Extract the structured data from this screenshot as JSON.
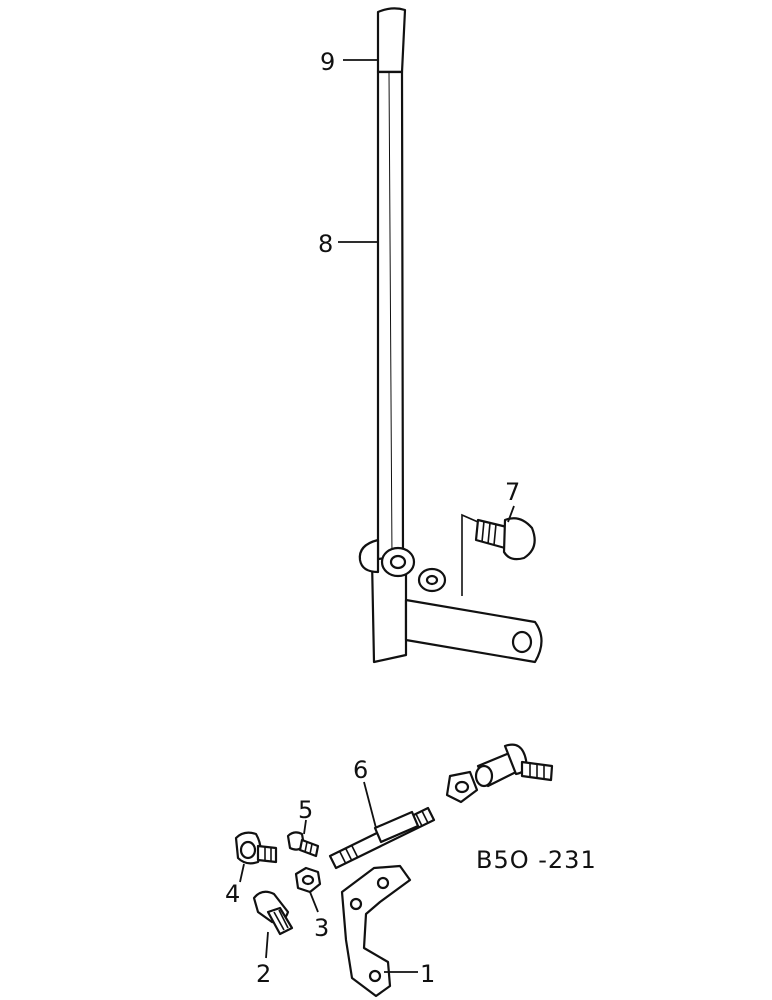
{
  "diagram": {
    "callouts": {
      "c1": "1",
      "c2": "2",
      "c3": "3",
      "c4": "4",
      "c5": "5",
      "c6": "6",
      "c7": "7",
      "c8": "8",
      "c9": "9"
    },
    "reference_code": "B5O -231"
  }
}
